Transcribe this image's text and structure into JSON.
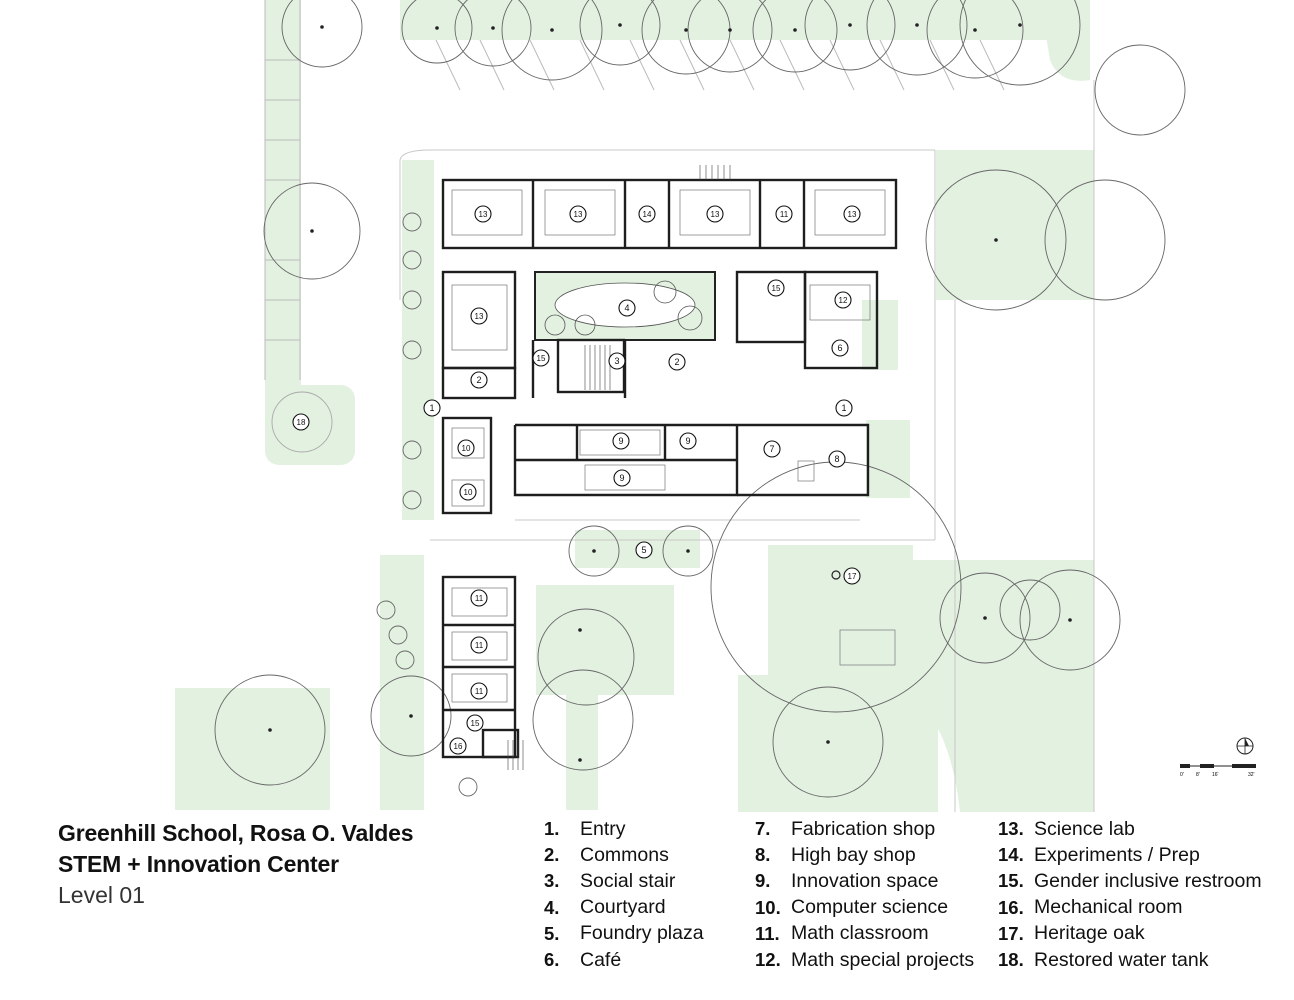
{
  "title": {
    "line1": "Greenhill School, Rosa O. Valdes",
    "line2": "STEM + Innovation Center",
    "level": "Level 01"
  },
  "legend": [
    {
      "num": "1.",
      "label": "Entry"
    },
    {
      "num": "2.",
      "label": "Commons"
    },
    {
      "num": "3.",
      "label": "Social stair"
    },
    {
      "num": "4.",
      "label": "Courtyard"
    },
    {
      "num": "5.",
      "label": "Foundry plaza"
    },
    {
      "num": "6.",
      "label": "Café"
    },
    {
      "num": "7.",
      "label": "Fabrication shop"
    },
    {
      "num": "8.",
      "label": "High bay shop"
    },
    {
      "num": "9.",
      "label": "Innovation space"
    },
    {
      "num": "10.",
      "label": "Computer science"
    },
    {
      "num": "11.",
      "label": "Math classroom"
    },
    {
      "num": "12.",
      "label": "Math special projects"
    },
    {
      "num": "13.",
      "label": "Science lab"
    },
    {
      "num": "14.",
      "label": "Experiments / Prep"
    },
    {
      "num": "15.",
      "label": "Gender inclusive restroom"
    },
    {
      "num": "16.",
      "label": "Mechanical room"
    },
    {
      "num": "17.",
      "label": "Heritage oak"
    },
    {
      "num": "18.",
      "label": "Restored water tank"
    }
  ],
  "plan_labels": [
    "13",
    "13",
    "14",
    "13",
    "11",
    "13",
    "15",
    "12",
    "4",
    "13",
    "15",
    "3",
    "2",
    "6",
    "2",
    "1",
    "1",
    "10",
    "9",
    "9",
    "7",
    "8",
    "9",
    "10",
    "5",
    "17",
    "18",
    "11",
    "11",
    "11",
    "15",
    "16"
  ],
  "scale_labels": [
    "0'",
    "8'",
    "16'",
    "32'"
  ],
  "colors": {
    "landscape": "#e3f1e1",
    "line": "#222222",
    "tree_outline": "#555555"
  }
}
